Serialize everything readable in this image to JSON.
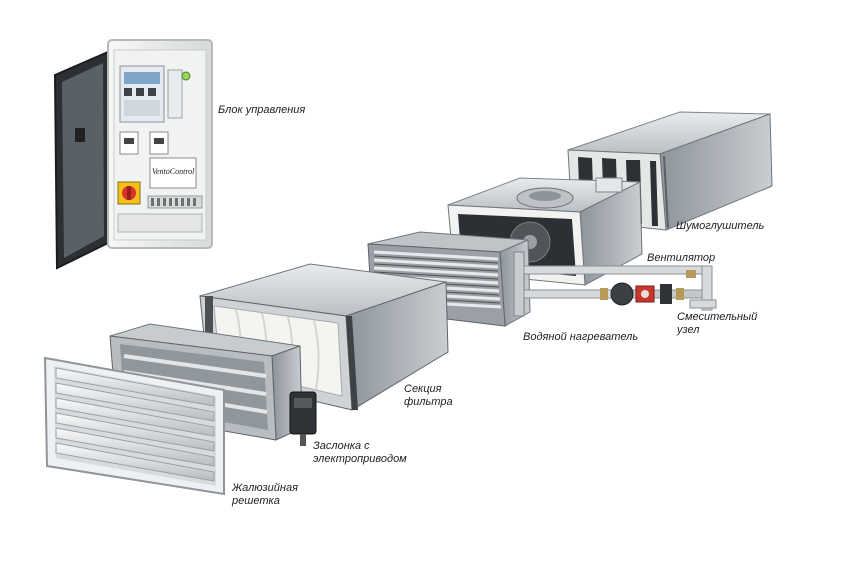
{
  "components": {
    "control_cabinet": {
      "label": "Блок управления",
      "brand": "VentoControl"
    },
    "silencer": {
      "label": "Шумоглушитель"
    },
    "fan": {
      "label": "Вентилятор"
    },
    "mixing_unit": {
      "label": "Смесительный\nузел"
    },
    "water_heater": {
      "label": "Водяной нагреватель"
    },
    "filter_section": {
      "label": "Секция\nфильтра"
    },
    "damper": {
      "label": "Заслонка с\nэлектроприводом"
    },
    "louver_grille": {
      "label": "Жалюзийная\nрешетка"
    }
  },
  "colors": {
    "background": "#ffffff",
    "steel_light": "#d9dde0",
    "steel_mid": "#a9afb4",
    "steel_dark": "#5f656b",
    "cabinet_body": "#eef0ee",
    "emergency_red": "#d8322b",
    "emergency_yellow": "#f2c21b",
    "valve_red": "#c8372d",
    "filter_white": "#f4f4f0"
  }
}
